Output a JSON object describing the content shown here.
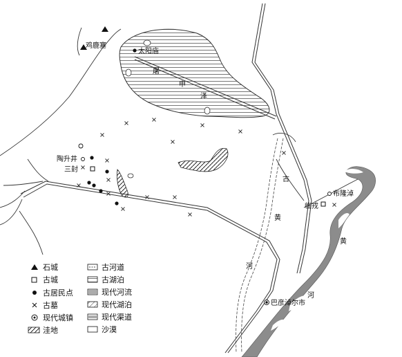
{
  "map": {
    "lakes": {
      "tuan": "屠",
      "shen": "申",
      "ze": "泽"
    },
    "rivers": {
      "ancient_gu": "古",
      "ancient_huang": "黄",
      "ancient_he": "河",
      "modern_huang": "黄",
      "modern_he": "河"
    },
    "places": {
      "jilu_sai": "鸡鹿塞",
      "taiyang_miao": "太阳庙",
      "taosheng_jing": "陶升井",
      "sanfeng": "三封",
      "linrong": "临戎",
      "bulong_nao": "布隆淖",
      "bayannaoer": "巴彦淖尔市"
    }
  },
  "legend": {
    "left": [
      {
        "icon": "triangle-icon",
        "label": "石城"
      },
      {
        "icon": "square-icon",
        "label": "古城"
      },
      {
        "icon": "dot-icon",
        "label": "古居民点"
      },
      {
        "icon": "cross-icon",
        "label": "古墓"
      },
      {
        "icon": "ring-dot-icon",
        "label": "现代城镇"
      },
      {
        "icon": "wetland-icon",
        "label": "洼地"
      }
    ],
    "right": [
      {
        "icon": "ancient-river-icon",
        "label": "古河道"
      },
      {
        "icon": "ancient-lake-icon",
        "label": "古湖泊"
      },
      {
        "icon": "modern-river-icon",
        "label": "现代河流"
      },
      {
        "icon": "modern-lake-icon",
        "label": "现代湖泊"
      },
      {
        "icon": "canal-icon",
        "label": "现代渠道"
      },
      {
        "icon": "desert-icon",
        "label": "沙漠"
      }
    ]
  },
  "colors": {
    "river_fill": "#8c8c8c",
    "line": "#333333",
    "hatch": "#555555"
  }
}
